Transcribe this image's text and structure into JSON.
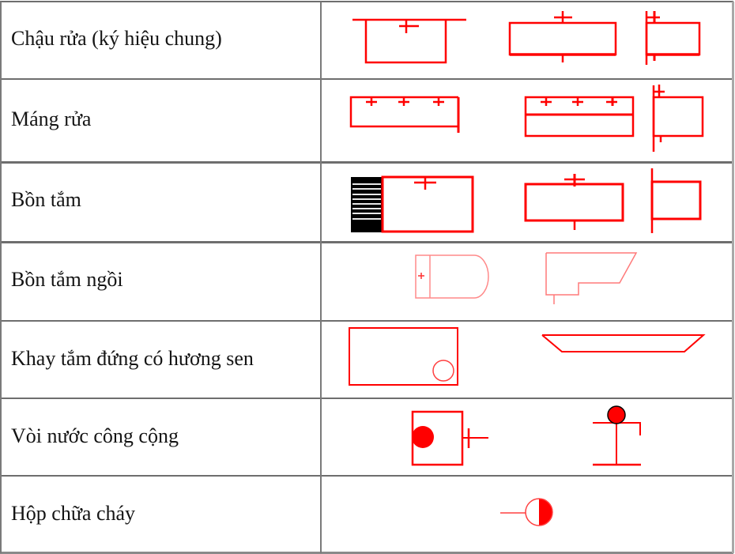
{
  "table": {
    "rows": [
      {
        "label": "Chậu rửa (ký hiệu chung)",
        "symbols": [
          "sink-plan-icon",
          "sink-front-icon",
          "sink-side-icon"
        ]
      },
      {
        "label": "Máng rửa",
        "symbols": [
          "trough-plan-icon",
          "trough-front-icon",
          "trough-side-icon"
        ]
      },
      {
        "label": "Bồn tắm",
        "symbols": [
          "bathtub-plan-icon",
          "bathtub-front-icon",
          "bathtub-side-icon"
        ]
      },
      {
        "label": "Bồn tắm ngồi",
        "symbols": [
          "sitz-bath-plan-icon",
          "sitz-bath-side-icon"
        ]
      },
      {
        "label": "Khay tắm đứng có hương sen",
        "symbols": [
          "shower-tray-plan-icon",
          "shower-tray-side-icon"
        ]
      },
      {
        "label": "Vòi nước công cộng",
        "symbols": [
          "public-tap-plan-icon",
          "public-tap-elevation-icon"
        ]
      },
      {
        "label": "Hộp chữa cháy",
        "symbols": [
          "fire-hose-box-icon"
        ]
      }
    ]
  },
  "colors": {
    "symbol": "#ff0000",
    "symbol_light": "#ff8080",
    "grid": "#6e6e6e",
    "text": "#141414"
  }
}
